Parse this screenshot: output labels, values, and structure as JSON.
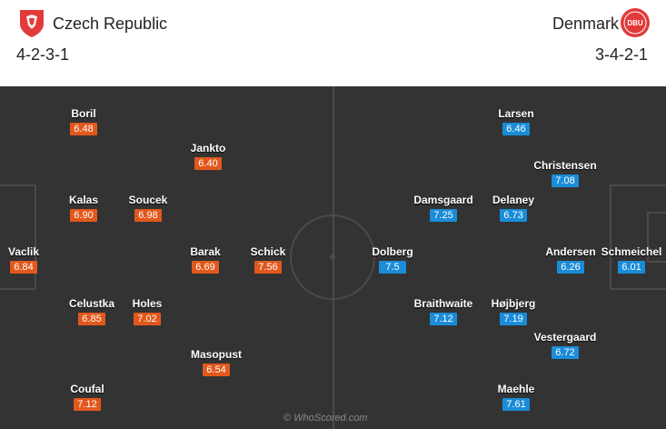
{
  "home": {
    "name": "Czech Republic",
    "formation": "4-2-3-1",
    "crest_icon": "czech-crest-icon",
    "rating_color": "#e2581c",
    "players": [
      {
        "name": "Boril",
        "rating": "6.48"
      },
      {
        "name": "Jankto",
        "rating": "6.40"
      },
      {
        "name": "Kalas",
        "rating": "6.90"
      },
      {
        "name": "Soucek",
        "rating": "6.98"
      },
      {
        "name": "Vaclik",
        "rating": "6.84"
      },
      {
        "name": "Barak",
        "rating": "6.69"
      },
      {
        "name": "Schick",
        "rating": "7.56"
      },
      {
        "name": "Celustka",
        "rating": "6.85"
      },
      {
        "name": "Holes",
        "rating": "7.02"
      },
      {
        "name": "Masopust",
        "rating": "6.54"
      },
      {
        "name": "Coufal",
        "rating": "7.12"
      }
    ]
  },
  "away": {
    "name": "Denmark",
    "formation": "3-4-2-1",
    "crest_icon": "denmark-crest-icon",
    "crest_text": "DBU",
    "rating_color": "#1a8cd8",
    "players": [
      {
        "name": "Larsen",
        "rating": "6.46"
      },
      {
        "name": "Christensen",
        "rating": "7.08"
      },
      {
        "name": "Damsgaard",
        "rating": "7.25"
      },
      {
        "name": "Delaney",
        "rating": "6.73"
      },
      {
        "name": "Dolberg",
        "rating": "7.5"
      },
      {
        "name": "Andersen",
        "rating": "6.26"
      },
      {
        "name": "Schmeichel",
        "rating": "6.01"
      },
      {
        "name": "Braithwaite",
        "rating": "7.12"
      },
      {
        "name": "Højbjerg",
        "rating": "7.19"
      },
      {
        "name": "Vestergaard",
        "rating": "6.72"
      },
      {
        "name": "Maehle",
        "rating": "7.61"
      }
    ]
  },
  "watermark": "© WhoScored.com",
  "colors": {
    "pitch": "#333333",
    "lines": "#4a4a4a"
  }
}
